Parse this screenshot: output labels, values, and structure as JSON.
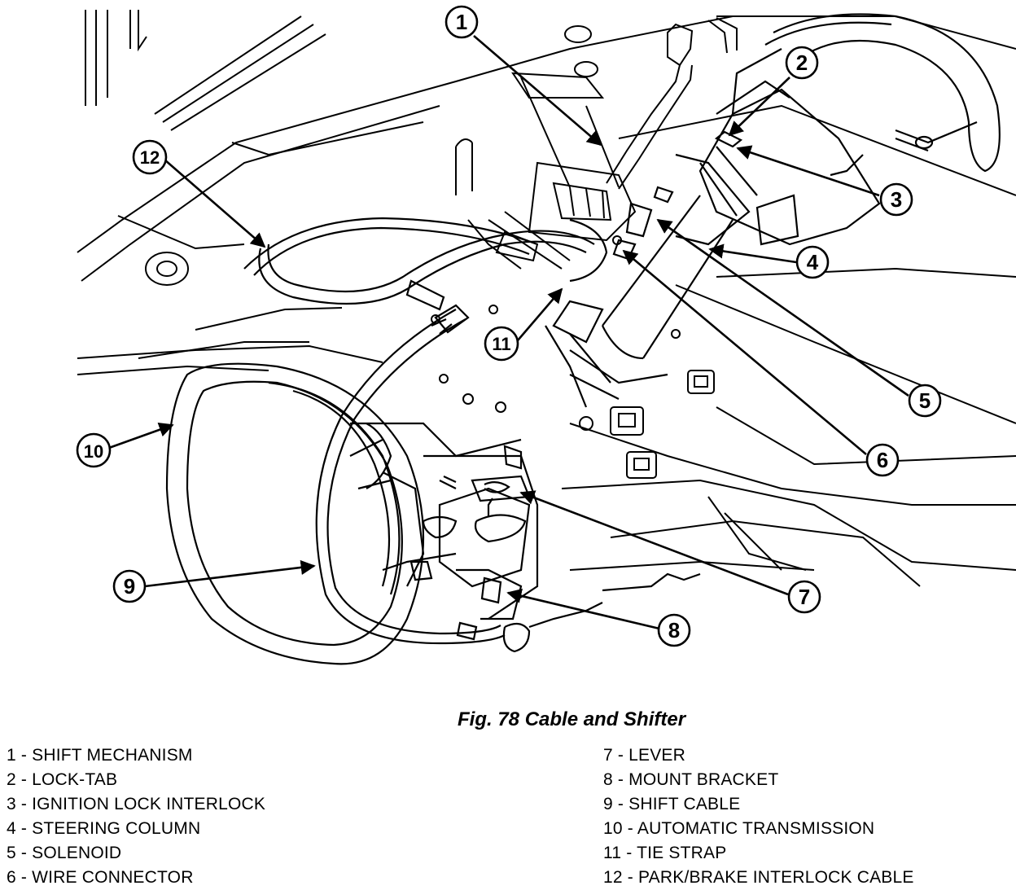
{
  "figure": {
    "caption": "Fig. 78 Cable and Shifter"
  },
  "callouts": [
    "1",
    "2",
    "3",
    "4",
    "5",
    "6",
    "7",
    "8",
    "9",
    "10",
    "11",
    "12"
  ],
  "legend": {
    "left": [
      "1 - SHIFT MECHANISM",
      "2 - LOCK-TAB",
      "3 - IGNITION LOCK INTERLOCK",
      "4 - STEERING COLUMN",
      "5 - SOLENOID",
      "6 - WIRE CONNECTOR"
    ],
    "right": [
      "7 - LEVER",
      "8 - MOUNT BRACKET",
      "9 - SHIFT CABLE",
      "10 - AUTOMATIC TRANSMISSION",
      "11 - TIE STRAP",
      "12 - PARK/BRAKE INTERLOCK CABLE"
    ]
  }
}
